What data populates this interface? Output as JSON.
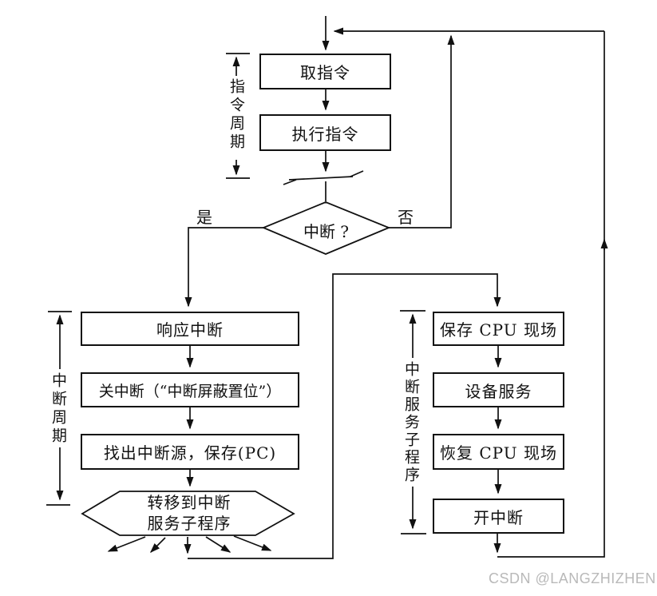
{
  "nodes": {
    "fetch": "取指令",
    "execute": "执行指令",
    "decision": "中断 ?",
    "respond": "响应中断",
    "disable": "关中断（“中断屏蔽置位”）",
    "find_source": "找出中断源，保存(PC)",
    "jump_line1": "转移到中断",
    "jump_line2": "服务子程序",
    "save_cpu": "保存 CPU 现场",
    "device_service": "设备服务",
    "restore_cpu": "恢复 CPU 现场",
    "enable_interrupt": "开中断"
  },
  "branch_labels": {
    "yes": "是",
    "no": "否"
  },
  "cycle_labels": {
    "instruction_cycle": "指令周期",
    "interrupt_cycle": "中断周期",
    "interrupt_service_routine": "中断服务子程序"
  },
  "watermark": "CSDN @LANGZHIZHEN",
  "colors": {
    "line": "#111111",
    "watermark": "#b9b9b9",
    "background": "#ffffff"
  }
}
